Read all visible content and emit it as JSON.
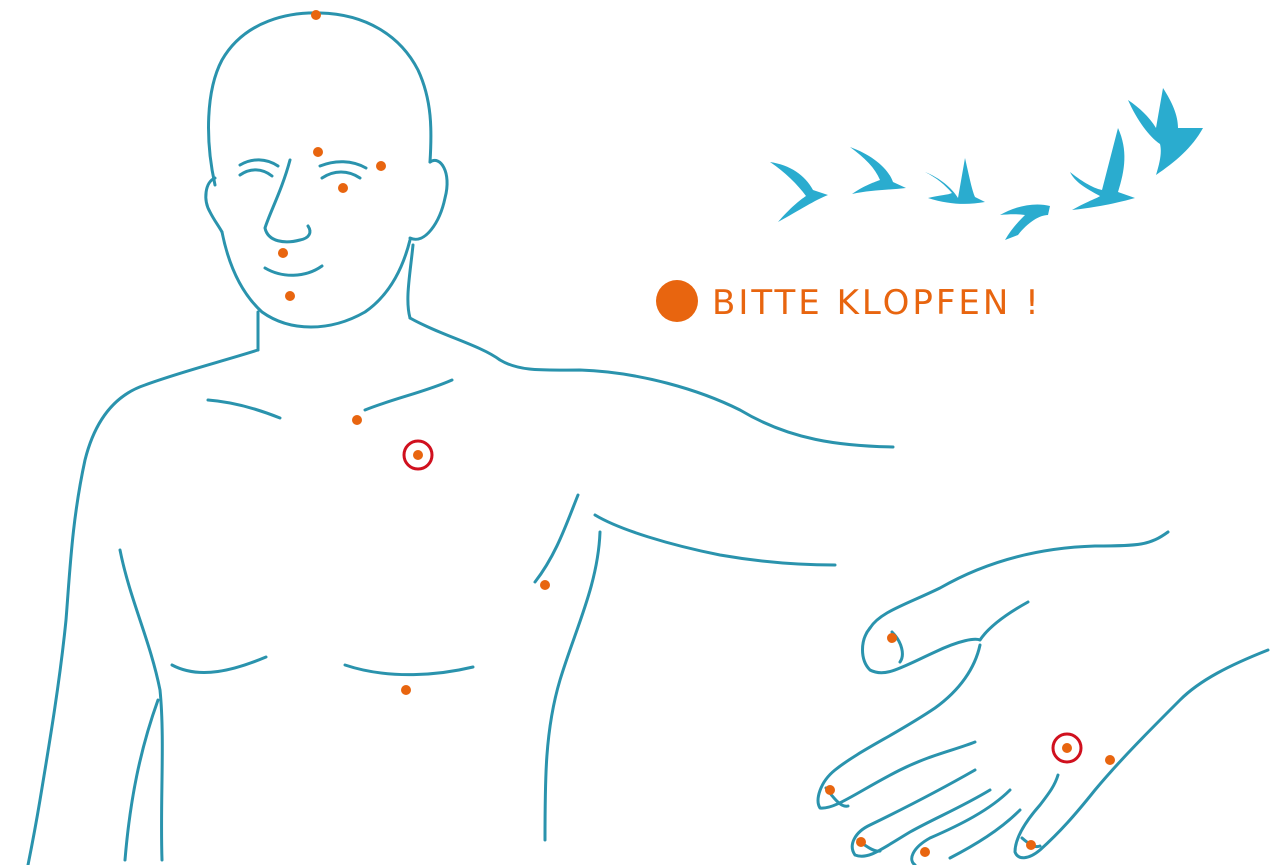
{
  "legend": {
    "text": "BITTE KLOPFEN !",
    "marker_icon": "orange-dot-icon"
  },
  "colors": {
    "outline": "#2a93ad",
    "tap_point": "#e8650f",
    "highlight_ring": "#d0101e",
    "birds": "#2aaccf"
  },
  "figure": {
    "tap_point_count": 17,
    "highlighted_point_count": 2,
    "bird_count": 6
  }
}
